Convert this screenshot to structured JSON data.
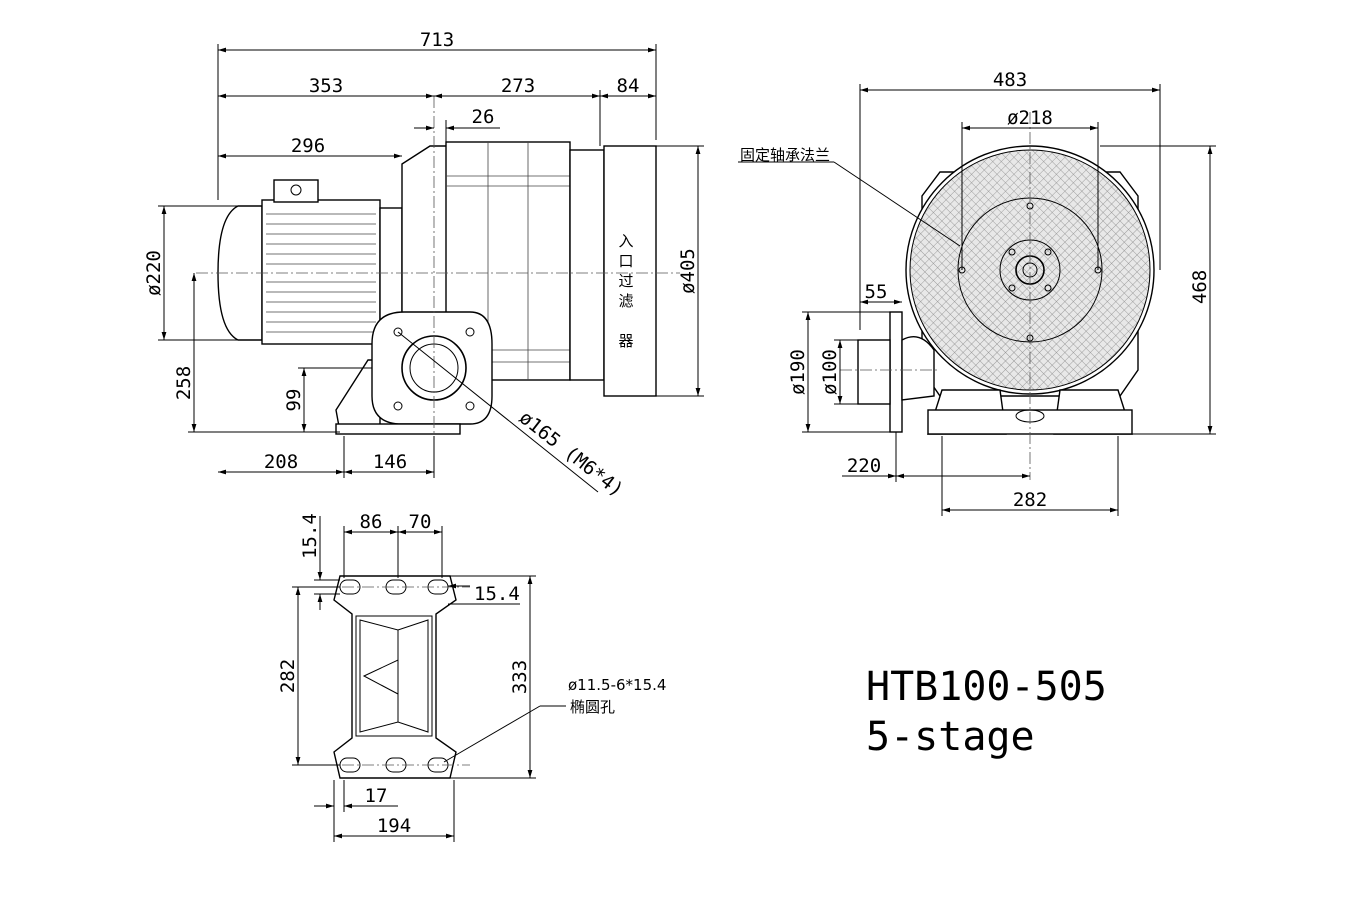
{
  "title": {
    "model": "HTB100-505",
    "stages": "5-stage"
  },
  "side_view": {
    "dims": {
      "overall_length": "713",
      "motor_length": "353",
      "body_length": "273",
      "filter_length": "84",
      "offset": "26",
      "motor_body": "296",
      "motor_diameter": "ø220",
      "shaft_height": "258",
      "outlet_height": "99",
      "base_left": "208",
      "base_right": "146",
      "outlet_diameter": "ø405",
      "flange_pcd": "ø165 (M6*4)"
    },
    "filter_label": [
      "入",
      "口",
      "过",
      "滤",
      "器"
    ]
  },
  "front_view": {
    "dims": {
      "width": "483",
      "inner_diameter": "ø218",
      "height": "468",
      "flange_offset": "55",
      "flange_outer": "ø190",
      "flange_inner": "ø100",
      "outlet_offset": "220",
      "base_width": "282"
    },
    "note": "固定轴承法兰"
  },
  "base_view": {
    "dims": {
      "top_left": "86",
      "top_right": "70",
      "slot_top": "15.4",
      "slot_side": "15.4",
      "length": "282",
      "overall_length": "333",
      "offset_bottom": "17",
      "width": "194"
    },
    "hole_note": "ø11.5-6*15.4",
    "hole_note_2": "椭圆孔"
  }
}
